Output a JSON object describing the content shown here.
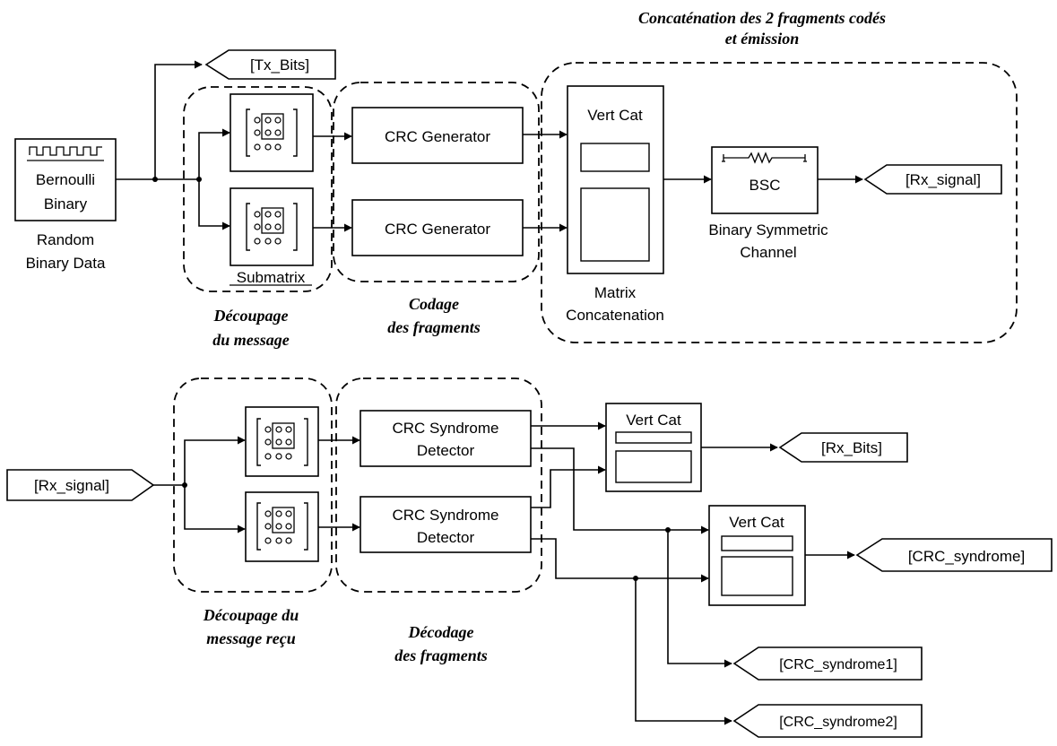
{
  "tags": {
    "tx_bits": "[Tx_Bits]",
    "rx_signal_out": "[Rx_signal]",
    "rx_signal_in": "[Rx_signal]",
    "rx_bits": "[Rx_Bits]",
    "crc_syndrome": "[CRC_syndrome]",
    "crc_syndrome1": "[CRC_syndrome1]",
    "crc_syndrome2": "[CRC_syndrome2]"
  },
  "blocks": {
    "bernoulli_line1": "Bernoulli",
    "bernoulli_line2": "Binary",
    "bernoulli_caption1": "Random",
    "bernoulli_caption2": "Binary Data",
    "submatrix_caption": "Submatrix",
    "crc_generator_1": "CRC Generator",
    "crc_generator_2": "CRC Generator",
    "vertcat_top": "Vert Cat",
    "matrix_caption1": "Matrix",
    "matrix_caption2": "Concatenation",
    "bsc": "BSC",
    "bsc_caption1": "Binary Symmetric",
    "bsc_caption2": "Channel",
    "crc_detector_1_line1": "CRC Syndrome",
    "crc_detector_1_line2": "Detector",
    "crc_detector_2_line1": "CRC Syndrome",
    "crc_detector_2_line2": "Detector",
    "vertcat_rx": "Vert Cat",
    "vertcat_syn": "Vert Cat"
  },
  "annotations": {
    "concat_title1": "Concaténation des 2 fragments codés",
    "concat_title2": "et émission",
    "decoupage1_a": "Découpage",
    "decoupage1_b": "du message",
    "codage_a": "Codage",
    "codage_b": "des fragments",
    "decoupage2_a": "Découpage du",
    "decoupage2_b": "message reçu",
    "decodage_a": "Décodage",
    "decodage_b": "des fragments"
  }
}
